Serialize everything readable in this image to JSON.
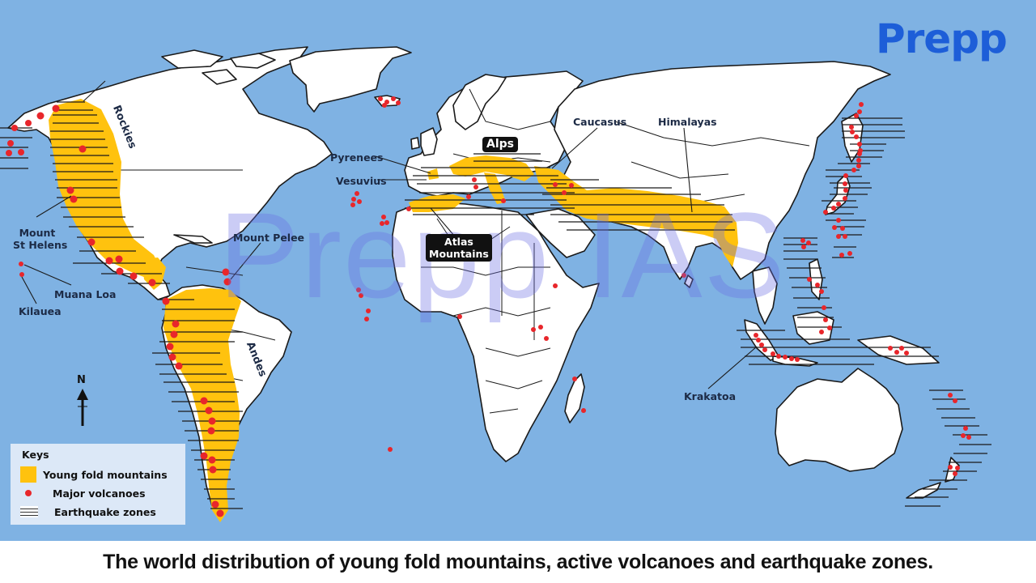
{
  "map": {
    "ocean_color": "#7fb2e3",
    "land_color": "#ffffff",
    "mountain_color": "#ffc20e",
    "volcano_color": "#e8262b",
    "earthquake_line_color": "#1a1a1a"
  },
  "brand": {
    "logo_text": "Prepp",
    "logo_color": "#1d5ed8",
    "watermark_text": "Prepp IAS"
  },
  "labels": {
    "rockies": "Rockies",
    "andes": "Andes",
    "mount_st_helens_line1": "Mount",
    "mount_st_helens_line2": "St Helens",
    "muana_loa": "Muana Loa",
    "kilauea": "Kilauea",
    "mount_pelee": "Mount Pelee",
    "pyrenees": "Pyrenees",
    "vesuvius": "Vesuvius",
    "alps": "Alps",
    "atlas_line1": "Atlas",
    "atlas_line2": "Mountains",
    "caucasus": "Caucasus",
    "himalayas": "Himalayas",
    "krakatoa": "Krakatoa"
  },
  "north_arrow": {
    "label": "N"
  },
  "legend": {
    "title": "Keys",
    "items": [
      {
        "label": "Young fold mountains",
        "symbol": "yellow-square"
      },
      {
        "label": "Major volcanoes",
        "symbol": "red-dot"
      },
      {
        "label": "Earthquake zones",
        "symbol": "horizontal-lines"
      }
    ]
  },
  "caption": "The world distribution of young fold mountains, active volcanoes and earthquake zones."
}
